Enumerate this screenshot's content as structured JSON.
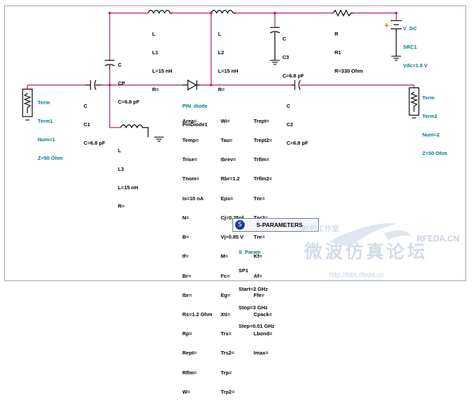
{
  "components": {
    "term1": {
      "lines": [
        "Term",
        "Term1",
        "Num=1",
        "Z=50 Ohm"
      ]
    },
    "c1": {
      "lines": [
        "C",
        "C1",
        "C=6.8 pF"
      ]
    },
    "cp": {
      "lines": [
        "C",
        "CP",
        "C=6.8 pF"
      ]
    },
    "l1": {
      "lines": [
        "L",
        "L1",
        "L=15 nH",
        "R="
      ]
    },
    "l2": {
      "lines": [
        "L",
        "L2",
        "L=15 nH",
        "R="
      ]
    },
    "c3": {
      "lines": [
        "C",
        "C3",
        "C=6.8 pF"
      ]
    },
    "r1": {
      "lines": [
        "R",
        "R1",
        "R=330 Ohm"
      ]
    },
    "src": {
      "lines": [
        "V_DC",
        "SRC1",
        "Vdc=1.8 V"
      ]
    },
    "l3": {
      "lines": [
        "L",
        "L3",
        "L=15 nH",
        "R="
      ]
    },
    "c2": {
      "lines": [
        "C",
        "C2",
        "C=6.8 pF"
      ]
    },
    "term2": {
      "lines": [
        "Term",
        "Term2",
        "Num=2",
        "Z=50 Ohm"
      ]
    },
    "diode": {
      "lines": [
        "PIN_diode",
        "PinDiode1"
      ],
      "col1": [
        "Area=",
        "Temp=",
        "Trise=",
        "Tnom=",
        "Is=10 nA",
        "N=",
        "B=",
        "If=",
        "Br=",
        "Ibr=",
        "Rs=1.2 Ohm",
        "Rp=",
        "Rept=",
        "Rflm=",
        "W="
      ],
      "col2": [
        "Wi=",
        "Tau=",
        "Ibrev=",
        "Rbr=1.2",
        "Eps=",
        "Cj=0.25pf",
        "Vj=0.85 V",
        "M=",
        "Fc=",
        "Eg=",
        "Xti=",
        "Trs=",
        "Trs2=",
        "Trp=",
        "Trp2="
      ],
      "col3": [
        "Trept=",
        "Trept2=",
        "Trflm=",
        "Trflm2=",
        "Tnr=",
        "Tnr2=",
        "Tnr=",
        "Kf=",
        "Af=",
        "Ffe=",
        "Cpack=",
        "Lbond=",
        "Imax="
      ]
    },
    "sparam": {
      "title": "S-PARAMETERS",
      "lines": [
        "S_Param",
        "SP1",
        "Start=2 GHz",
        "Stop=3 GHz",
        "Step=0.01 GHz"
      ]
    }
  },
  "watermark": {
    "site": "RFEDA.CN",
    "chinese": "微波仿真论坛",
    "url": "http://bbs.rfeda.cn",
    "small": "射频工作室"
  },
  "colors": {
    "wire": "#b0166e",
    "component": "#000000",
    "label_teal": "#007a8a",
    "frame": "#9aa6b8"
  },
  "icons": {
    "sparam": "s-parameter-icon",
    "ground": "ground-icon",
    "source": "dc-source-icon"
  }
}
